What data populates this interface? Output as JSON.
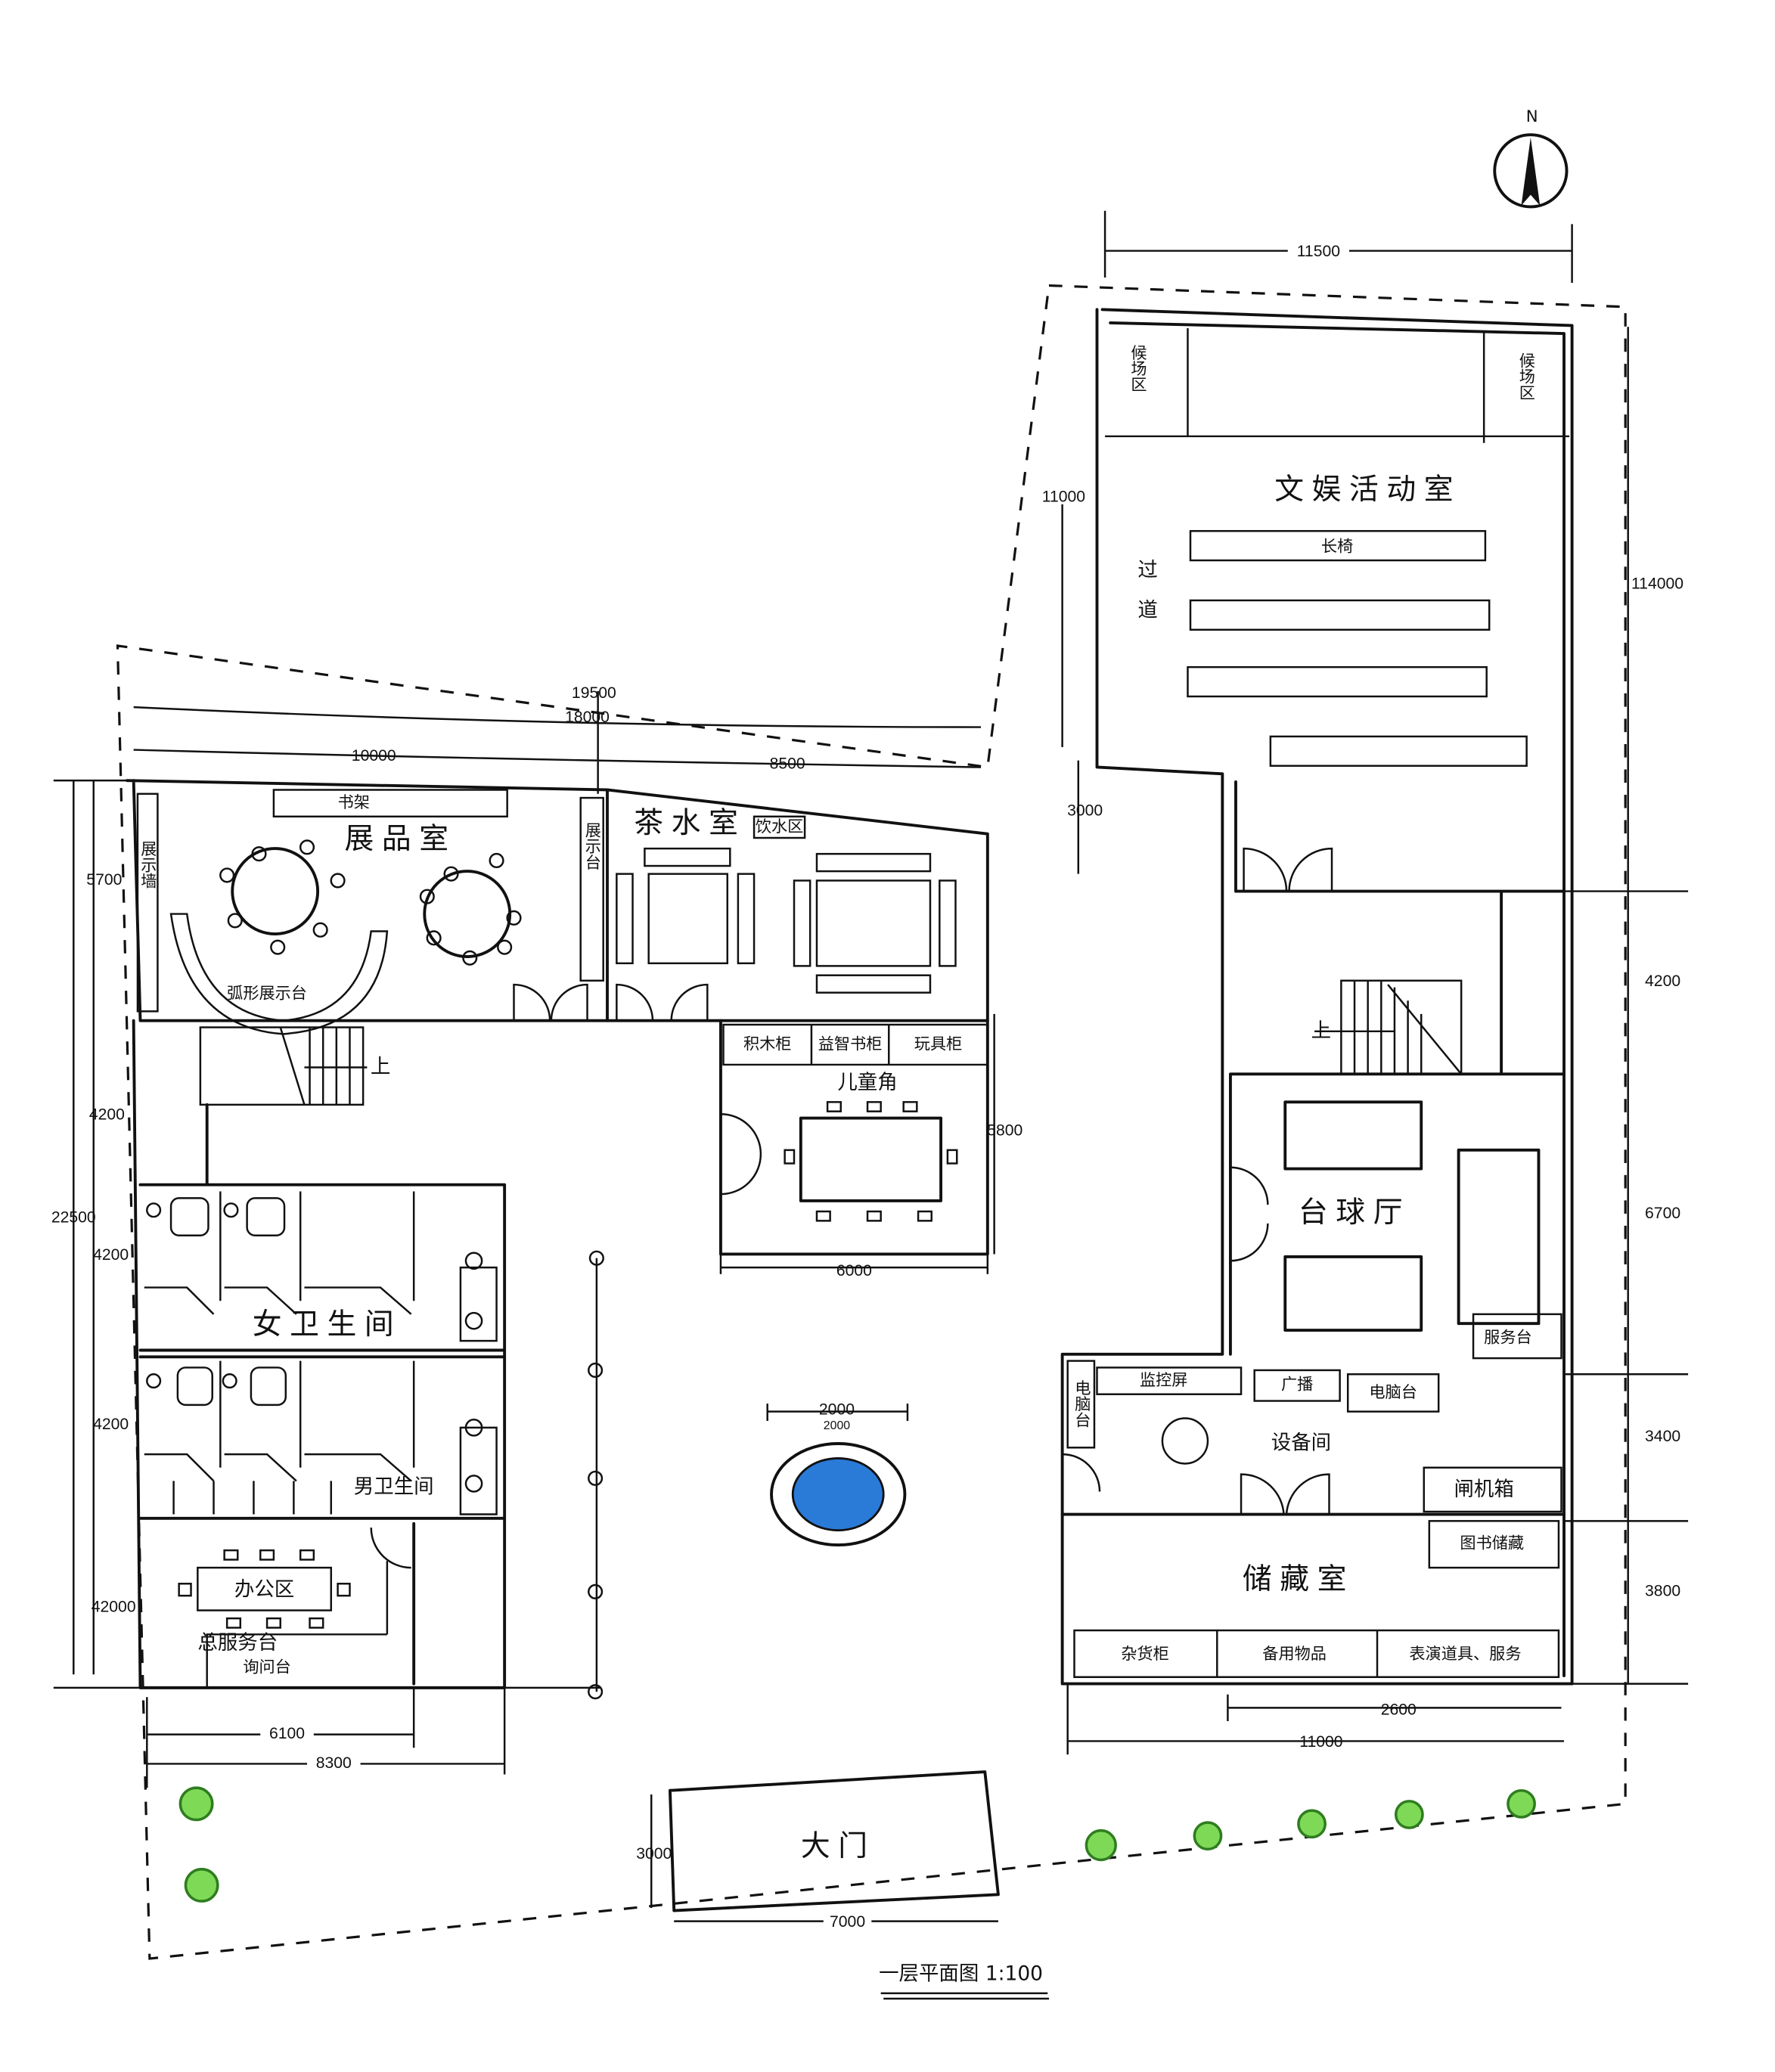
{
  "title": "一层平面图 1:100",
  "north_label": "N",
  "colors": {
    "fountain": "#2a7bd8",
    "tree": "#7ed957",
    "line": "#111111"
  },
  "rooms": {
    "recreation": {
      "name": "文娱活动室",
      "waiting_left": "候场区",
      "waiting_right": "候场区",
      "bench": "长椅",
      "aisle_1": "过",
      "aisle_2": "道"
    },
    "stairs_right": "上",
    "billiards": {
      "name": "台球厅",
      "service": "服务台"
    },
    "equipment": {
      "name": "设备间",
      "computer_desk_v": "电脑台",
      "monitor": "监控屏",
      "broadcast": "广播",
      "computer_desk": "电脑台",
      "gate_box": "闸机箱"
    },
    "storage": {
      "name": "储藏室",
      "book_storage": "图书储藏",
      "sundries": "杂货柜",
      "spare": "备用物品",
      "props": "表演道具、服务"
    },
    "exhibit": {
      "name": "展品室",
      "bookshelf": "书架",
      "wall": "展示墙",
      "table": "展示台",
      "arc": "弧形展示台"
    },
    "tea": {
      "name": "茶水室",
      "water": "饮水区"
    },
    "kids": {
      "name": "儿童角",
      "blocks": "积木柜",
      "puzzle": "益智书柜",
      "toys": "玩具柜"
    },
    "stairs_left": "上",
    "women_wc": "女卫生间",
    "men_wc": "男卫生间",
    "office": {
      "name": "办公区",
      "front_desk": "总服务台",
      "info_desk": "询问台"
    },
    "gate": "大门"
  },
  "dimensions": {
    "d11500": "11500",
    "d11000_v": "11000",
    "d114000": "114000",
    "d3000_top": "3000",
    "d4200_r": "4200",
    "d6700": "6700",
    "d3400": "3400",
    "d3800": "3800",
    "d2600": "2600",
    "d11000_h": "11000",
    "d19500": "19500",
    "d18000": "18000",
    "d10000": "10000",
    "d8500": "8500",
    "d5700": "5700",
    "d4200_a": "4200",
    "d22500": "22500",
    "d4200_b": "4200",
    "d4200_c": "4200",
    "d42000": "42000",
    "d6100": "6100",
    "d8300": "8300",
    "d6000": "6000",
    "d5800": "5800",
    "d2000_a": "2000",
    "d2000_b": "2000",
    "d3000_gate": "3000",
    "d7000": "7000"
  }
}
